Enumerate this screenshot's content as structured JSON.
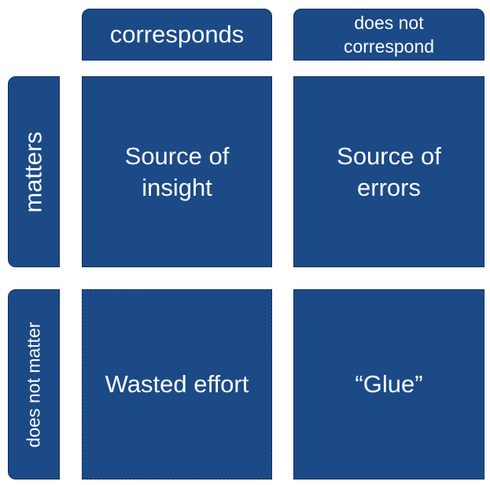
{
  "colors": {
    "box_fill": "#1b4a87",
    "text": "#ffffff",
    "background": "#ffffff"
  },
  "columns": [
    {
      "label": "corresponds"
    },
    {
      "label_line1": "does not",
      "label_line2": "correspond"
    }
  ],
  "rows": [
    {
      "label": "matters"
    },
    {
      "label": "does not matter"
    }
  ],
  "cells": {
    "matters_corresponds": {
      "line1": "Source of",
      "line2": "insight"
    },
    "matters_not_corresponds": {
      "line1": "Source of",
      "line2": "errors"
    },
    "not_matters_corresponds": {
      "line1": "Wasted effort"
    },
    "not_matters_not_corresponds": {
      "line1": "“Glue”"
    }
  }
}
